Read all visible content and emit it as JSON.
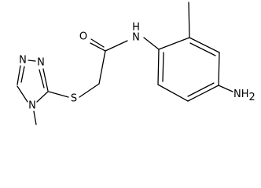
{
  "molecule": {
    "atom_labels": {
      "triazole_n1": "N",
      "triazole_n2": "N",
      "triazole_n4": "N",
      "sulfur": "S",
      "carbonyl_oxygen": "O",
      "amide_n": "N",
      "amide_h": "H",
      "amine_nh": "NH",
      "amine_sub": "2"
    }
  }
}
